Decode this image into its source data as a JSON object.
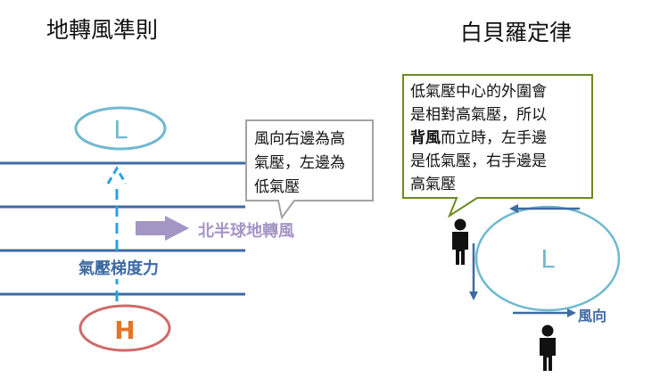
{
  "left": {
    "title": "地轉風準則",
    "low_label": "L",
    "high_label": "H",
    "gradient_label": "氣壓梯度力",
    "geostrophic_label": "北半球地轉風",
    "callout_lines": [
      "風向右邊為高",
      "氣壓，左邊為",
      "低氣壓"
    ]
  },
  "right": {
    "title": "白貝羅定律",
    "low_label": "L",
    "wind_label": "風向",
    "callout_lines": [
      {
        "plain_before": "低氣壓中心的外圍會",
        "bold": "",
        "plain_after": ""
      },
      {
        "plain_before": "是相對高氣壓，所以",
        "bold": "",
        "plain_after": ""
      },
      {
        "plain_before": "",
        "bold": "背風",
        "plain_after": "而立時，左手邊"
      },
      {
        "plain_before": "是低氣壓，右手邊是",
        "bold": "",
        "plain_after": ""
      },
      {
        "plain_before": "高氣壓",
        "bold": "",
        "plain_after": ""
      }
    ]
  },
  "colors": {
    "isobar": "#3e6aa3",
    "low": "#6fb9cf",
    "high": "#cf6a6a",
    "high_text": "#e47525",
    "gradient_arrow": "#29a3dd",
    "geostrophic_arrow": "#a395c4",
    "callout_border_left": "#a3a3a3",
    "callout_border_right": "#6b8a22",
    "person": "#111111"
  }
}
